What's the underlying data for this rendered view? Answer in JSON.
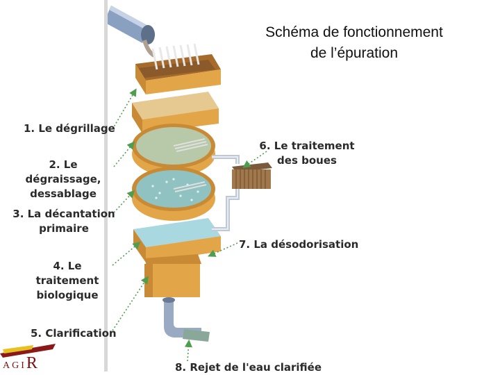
{
  "title": {
    "line1": "Schéma de fonctionnement",
    "line2": "de l’épuration"
  },
  "steps": {
    "s1": "1. Le dégrillage",
    "s2_line1": "2. Le dégraissage,",
    "s2_line2": "dessablage",
    "s3_line1": "3. La décantation",
    "s3_line2": "primaire",
    "s4_line1": "4. Le traitement",
    "s4_line2": "biologique",
    "s5": "5. Clarification",
    "s6_line1": "6. Le traitement",
    "s6_line2": "des boues",
    "s7": "7. La désodorisation",
    "s8": "8. Rejet de l'eau clarifiée"
  },
  "logo": {
    "text_small": "AGI",
    "text_big": "R"
  },
  "colors": {
    "wood": "#d99a3a",
    "wood_dark": "#b87424",
    "water": "#a9d8e0",
    "tank_green": "#b7c9a8",
    "arrow": "#5ba85b"
  }
}
